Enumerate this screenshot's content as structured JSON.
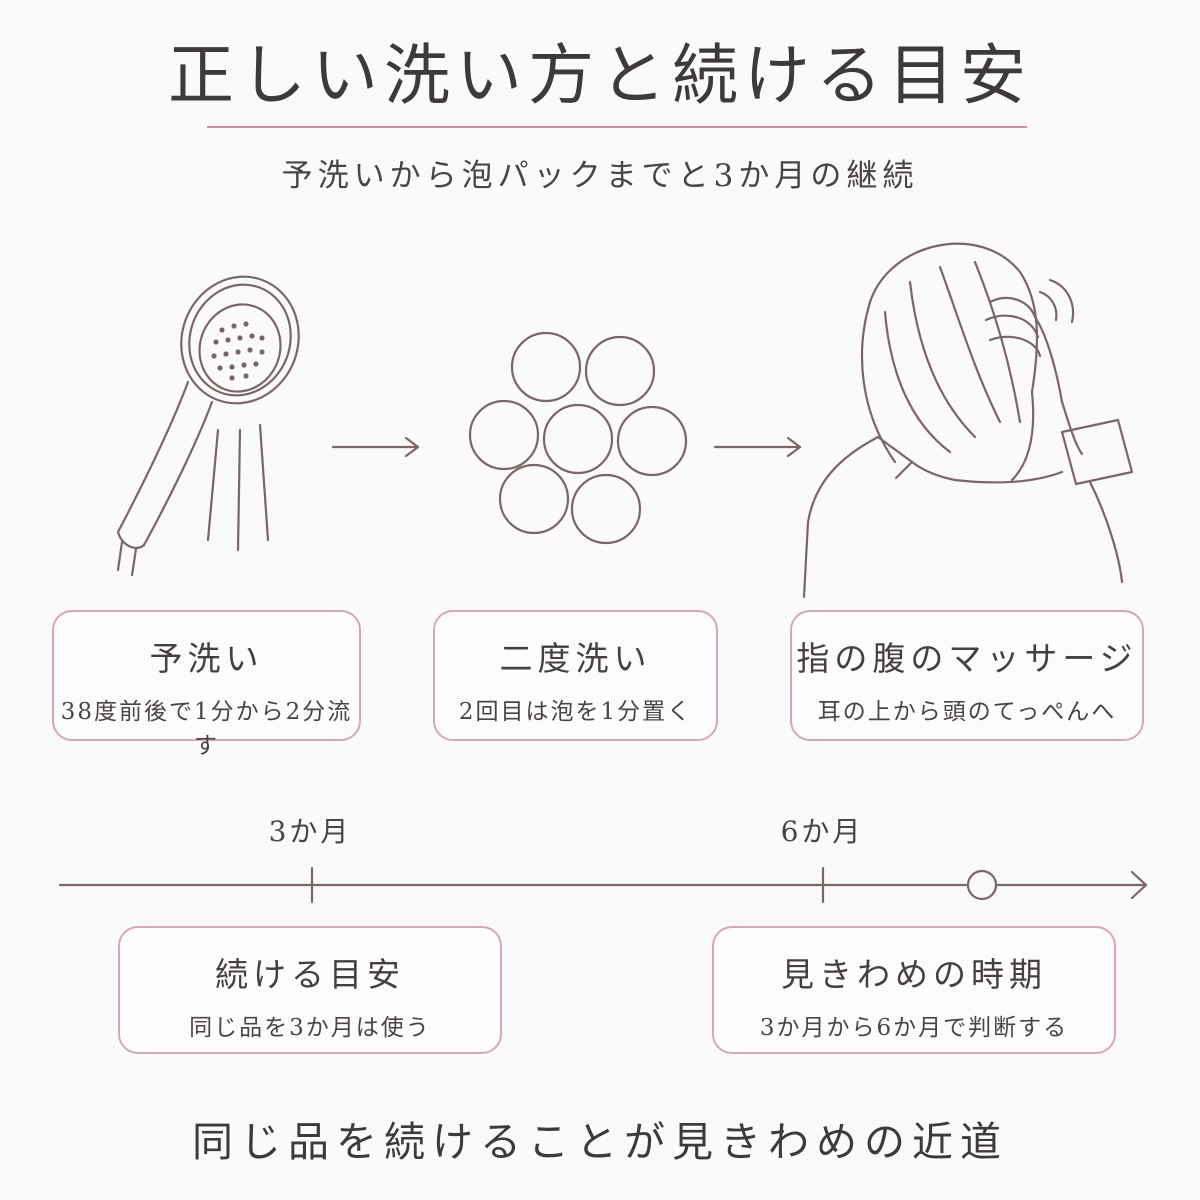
{
  "title": "正しい洗い方と続ける目安",
  "subtitle": "予洗いから泡パックまでと3か月の継続",
  "steps": [
    {
      "heading": "予洗い",
      "detail": "38度前後で1分から2分流す",
      "icon": "shower-head-icon"
    },
    {
      "heading": "二度洗い",
      "detail": "2回目は泡を1分置く",
      "icon": "foam-bubbles-icon"
    },
    {
      "heading": "指の腹のマッサージ",
      "detail": "耳の上から頭のてっぺんへ",
      "icon": "woman-massaging-scalp-icon"
    }
  ],
  "timeline": {
    "ticks": [
      "3か月",
      "6か月"
    ],
    "notes": [
      {
        "heading": "続ける目安",
        "detail": "同じ品を3か月は使う"
      },
      {
        "heading": "見きわめの時期",
        "detail": "3か月から6か月で判断する"
      }
    ]
  },
  "footer": "同じ品を続けることが見きわめの近道",
  "colors": {
    "accent": "#c98f9d",
    "card_border": "#d6a8b3",
    "line_art": "#7a6666",
    "text": "#4a4444"
  }
}
